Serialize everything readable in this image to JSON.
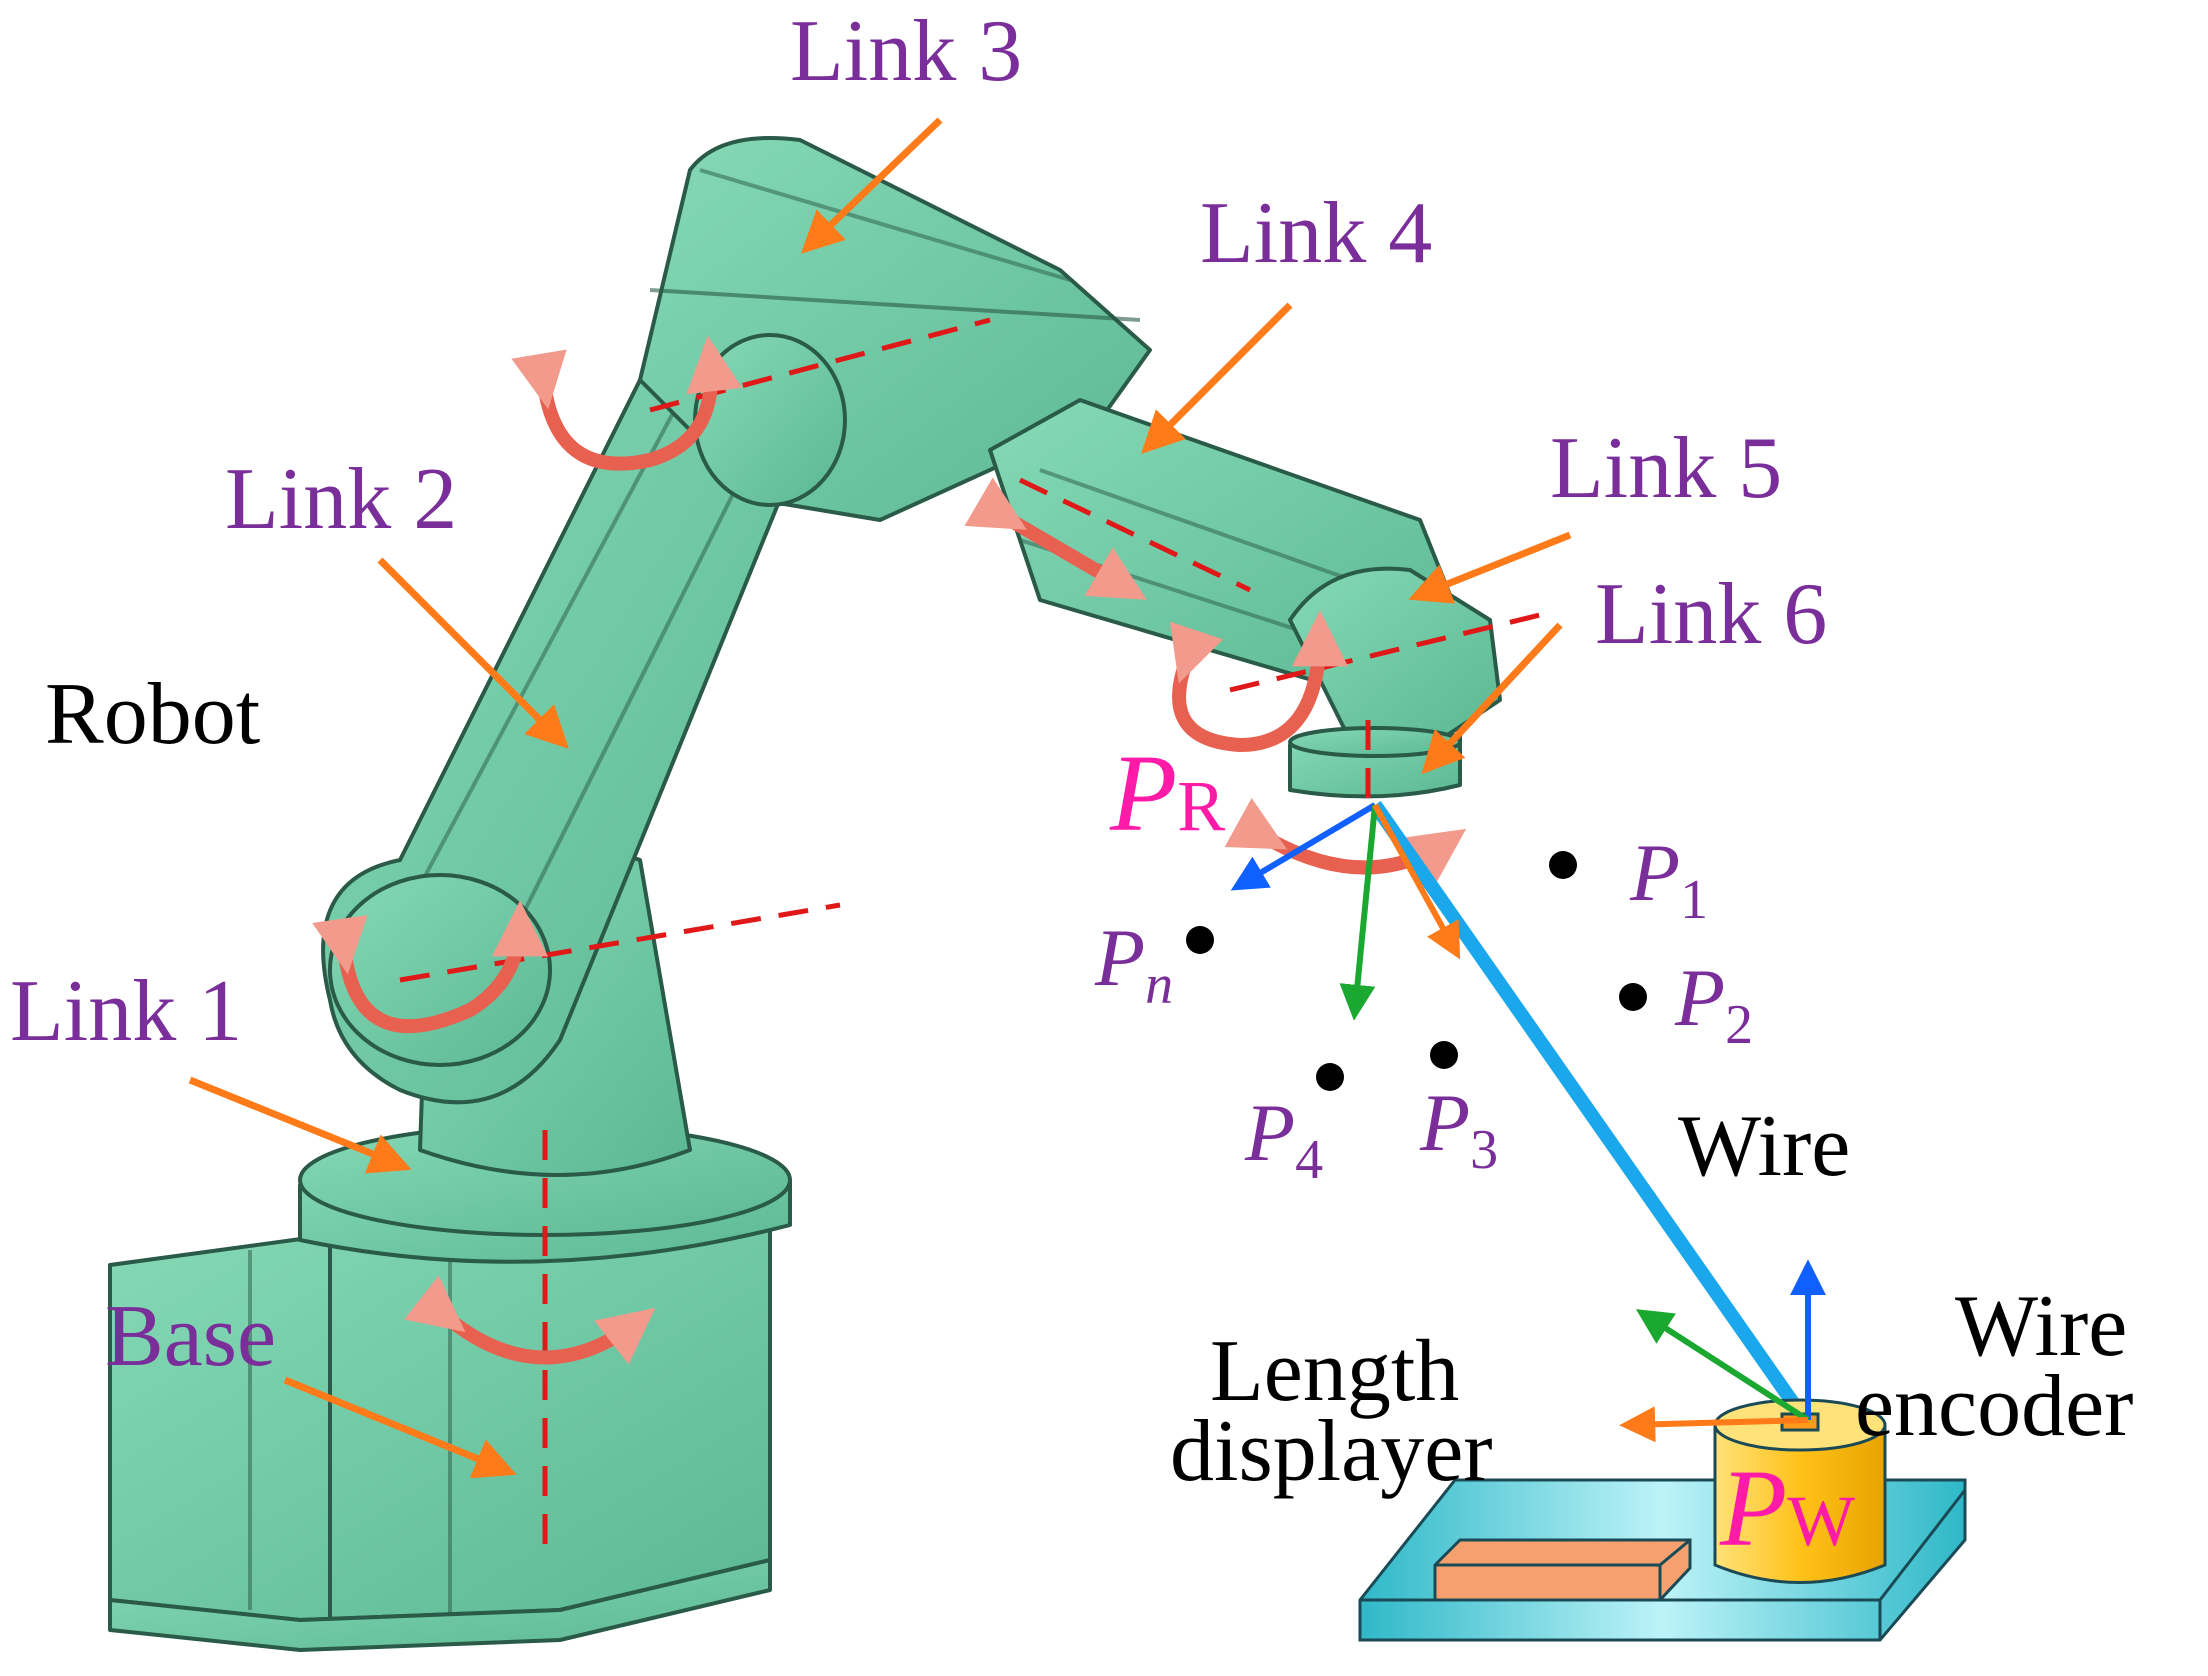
{
  "labels": {
    "link1": "Link 1",
    "link2": "Link 2",
    "link3": "Link 3",
    "link4": "Link 4",
    "link5": "Link 5",
    "link6": "Link 6",
    "base": "Base",
    "robot": "Robot",
    "wire": "Wire",
    "wire_encoder_line1": "Wire",
    "wire_encoder_line2": "encoder",
    "length_displayer_line1": "Length",
    "length_displayer_line2": "displayer"
  },
  "points": {
    "pr": {
      "main": "P",
      "sub": "R"
    },
    "pw": {
      "main": "P",
      "sub": "W"
    },
    "p1": {
      "main": "P",
      "sub": "1"
    },
    "p2": {
      "main": "P",
      "sub": "2"
    },
    "p3": {
      "main": "P",
      "sub": "3"
    },
    "p4": {
      "main": "P",
      "sub": "4"
    },
    "pn": {
      "main": "P",
      "sub": "n"
    }
  },
  "colors": {
    "link_label": "#7a2e9a",
    "robot_body": "#6fcaa5",
    "robot_outline": "#2a5a48",
    "pointer_arrow": "#ff7a18",
    "axis_dash": "#e01818",
    "rotation_arrow": "#e8604f",
    "wire": "#1aa7ec",
    "axis_blue": "#1060ff",
    "axis_green": "#1aa830",
    "axis_orange": "#ff7a18",
    "pr_label": "#ff1aa8",
    "pw_label": "#ff1aa8",
    "encoder_body": "#ffc21a",
    "plate": "#2fb8c8",
    "displayer_box": "#f6a070"
  }
}
